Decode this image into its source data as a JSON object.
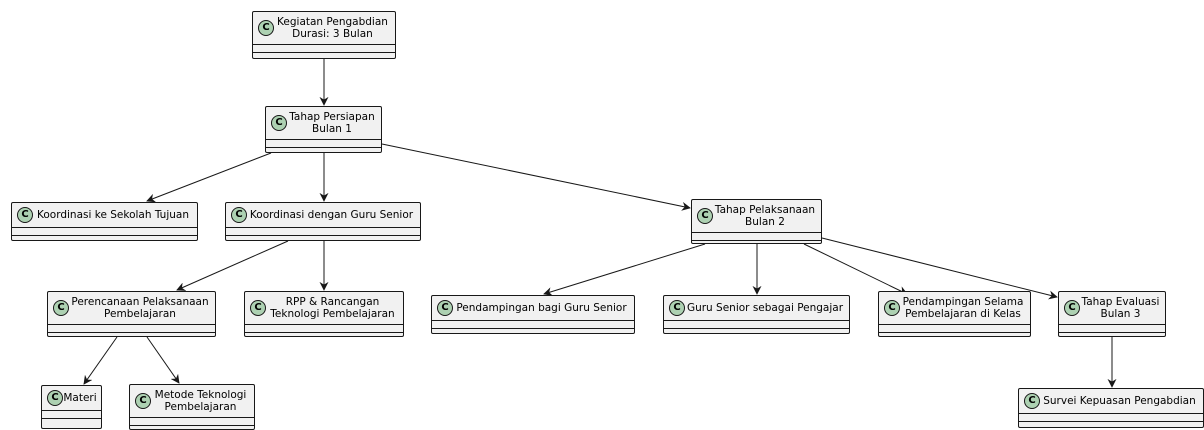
{
  "classes": [
    {
      "id": "kegiatan",
      "label": "Kegiatan Pengabdian\nDurasi: 3 Bulan"
    },
    {
      "id": "persiapan",
      "label": "Tahap Persiapan\nBulan 1"
    },
    {
      "id": "koordinasi-sekolah",
      "label": "Koordinasi ke Sekolah Tujuan"
    },
    {
      "id": "koordinasi-guru",
      "label": "Koordinasi dengan Guru Senior"
    },
    {
      "id": "pelaksanaan",
      "label": "Tahap Pelaksanaan\nBulan 2"
    },
    {
      "id": "perencanaan",
      "label": "Perencanaan Pelaksanaan\nPembelajaran"
    },
    {
      "id": "rpp",
      "label": "RPP & Rancangan\nTeknologi Pembelajaran"
    },
    {
      "id": "pendampingan-guru",
      "label": "Pendampingan bagi Guru Senior"
    },
    {
      "id": "guru-pengajar",
      "label": "Guru Senior sebagai Pengajar"
    },
    {
      "id": "pendampingan-kelas",
      "label": "Pendampingan Selama\nPembelajaran di Kelas"
    },
    {
      "id": "evaluasi",
      "label": "Tahap Evaluasi\nBulan 3"
    },
    {
      "id": "materi",
      "label": "Materi"
    },
    {
      "id": "metode",
      "label": "Metode Teknologi\nPembelajaran"
    },
    {
      "id": "survei",
      "label": "Survei Kepuasan Pengabdian"
    }
  ],
  "edges": [
    {
      "from": "kegiatan",
      "to": "persiapan"
    },
    {
      "from": "persiapan",
      "to": "koordinasi-sekolah"
    },
    {
      "from": "persiapan",
      "to": "koordinasi-guru"
    },
    {
      "from": "persiapan",
      "to": "pelaksanaan"
    },
    {
      "from": "koordinasi-guru",
      "to": "perencanaan"
    },
    {
      "from": "koordinasi-guru",
      "to": "rpp"
    },
    {
      "from": "pelaksanaan",
      "to": "pendampingan-guru"
    },
    {
      "from": "pelaksanaan",
      "to": "guru-pengajar"
    },
    {
      "from": "pelaksanaan",
      "to": "pendampingan-kelas"
    },
    {
      "from": "pelaksanaan",
      "to": "evaluasi"
    },
    {
      "from": "perencanaan",
      "to": "materi"
    },
    {
      "from": "perencanaan",
      "to": "metode"
    },
    {
      "from": "evaluasi",
      "to": "survei"
    }
  ],
  "colors": {
    "node_fill": "#f1f1f1",
    "badge_fill": "#add1b2",
    "stroke": "#181818"
  },
  "icons": {
    "class_badge": "class-c-badge-icon",
    "badge_letter": "C"
  }
}
